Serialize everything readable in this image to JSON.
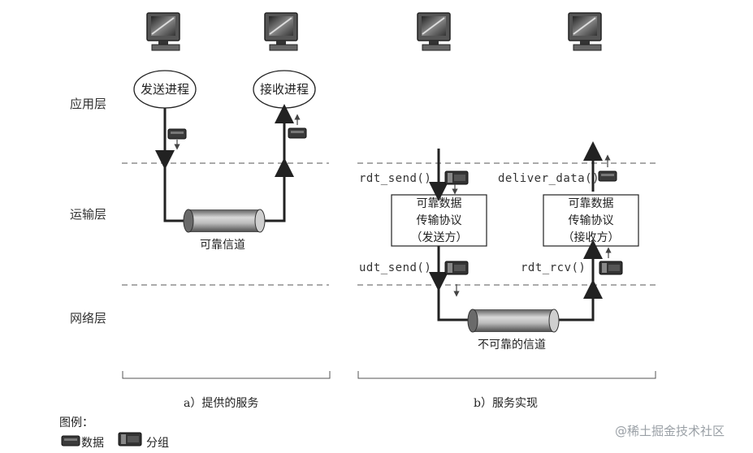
{
  "layers": {
    "application": "应用层",
    "transport": "运输层",
    "network": "网络层"
  },
  "panel_a": {
    "sender_process": "发送进程",
    "receiver_process": "接收进程",
    "channel": "可靠信道",
    "caption": "a）提供的服务"
  },
  "panel_b": {
    "rdt_send": "rdt_send()",
    "deliver_data": "deliver_data()",
    "udt_send": "udt_send()",
    "rdt_rcv": "rdt_rcv()",
    "sender_box": {
      "line1": "可靠数据",
      "line2": "传输协议",
      "line3": "（发送方）"
    },
    "receiver_box": {
      "line1": "可靠数据",
      "line2": "传输协议",
      "line3": "（接收方）"
    },
    "channel": "不可靠的信道",
    "caption": "b）服务实现"
  },
  "legend": {
    "title": "图例：",
    "data": "数据",
    "packet": "分组"
  },
  "watermark": "@稀土掘金技术社区",
  "icons": [
    "computer-icon",
    "data-icon",
    "packet-icon",
    "pipe-icon",
    "arrow-icon"
  ]
}
